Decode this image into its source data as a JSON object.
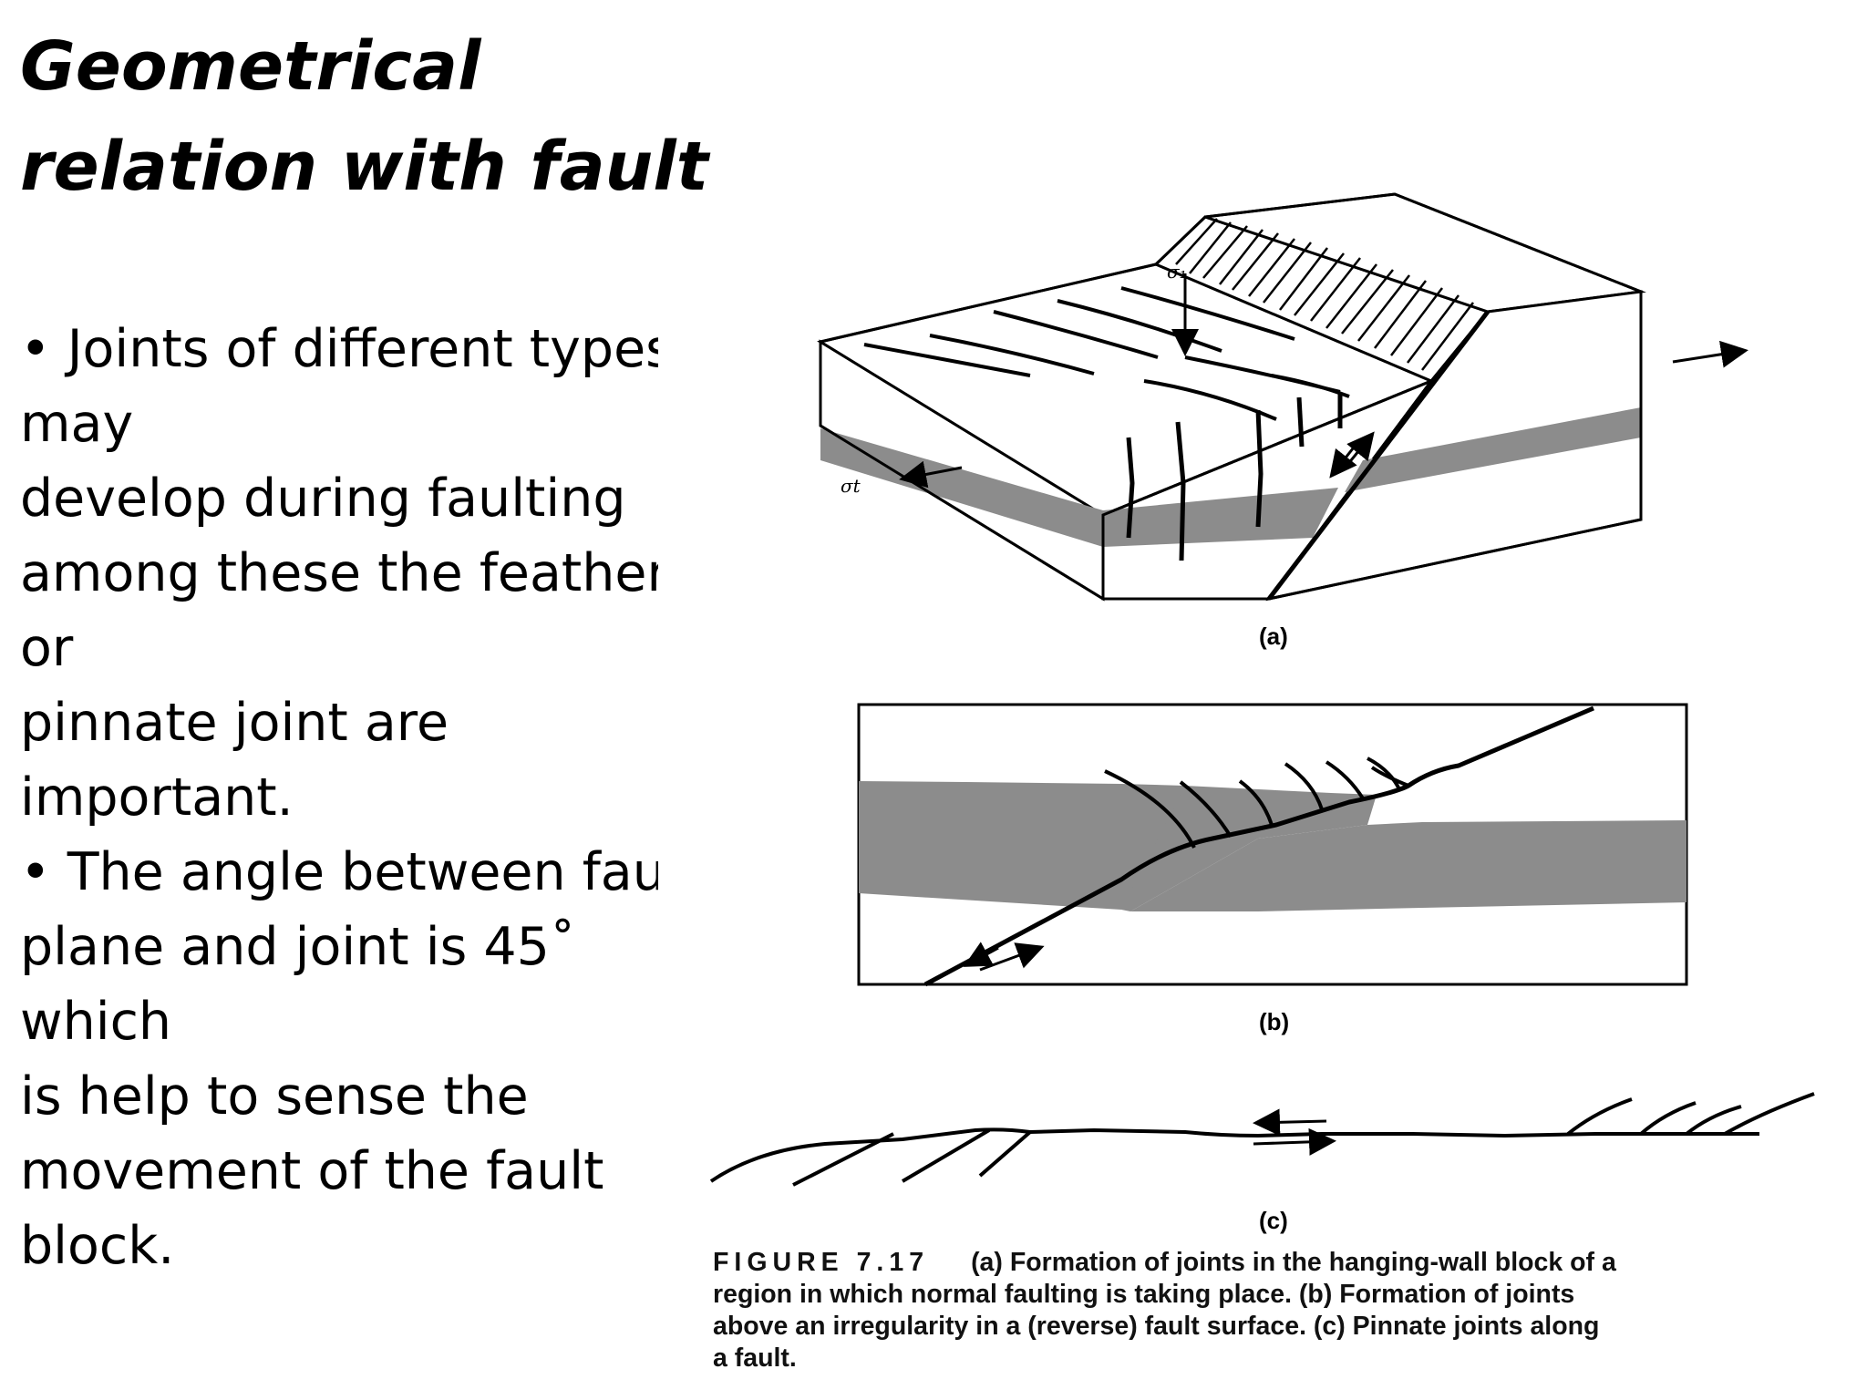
{
  "slide": {
    "title_lines": [
      "Geometrical",
      "relation with fault"
    ],
    "body_lines": [
      "• Joints of different types",
      "may",
      "develop during faulting",
      "among these the feather",
      "or",
      "pinnate joint are",
      "important.",
      "• The angle between fault",
      "plane and joint is 45˚",
      "which",
      "is help to sense the",
      "movement of the fault",
      "block."
    ]
  },
  "figure": {
    "labels": {
      "sigma_1": "σ₁",
      "sigma_t": "σt",
      "panel_a": "(a)",
      "panel_b": "(b)",
      "panel_c": "(c)"
    },
    "caption": {
      "figure_number": "FIGURE 7.17",
      "lines": [
        "(a) Formation of joints in the hanging-wall block of a",
        "region in which normal faulting is taking place. (b) Formation of joints",
        "above an irregularity in a (reverse) fault surface. (c) Pinnate joints along",
        "a fault."
      ]
    },
    "colors": {
      "layer_gray": "#8c8c8c",
      "ink": "#000000"
    }
  }
}
